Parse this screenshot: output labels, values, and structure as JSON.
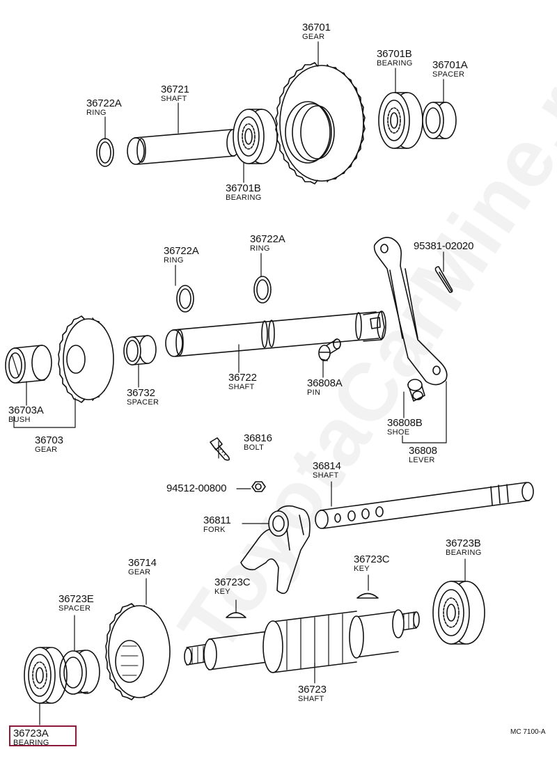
{
  "watermark": "ToyotaCarMine.ru",
  "diagram_code": "MC 7100-A",
  "labels": [
    {
      "number": "36701",
      "name": "GEAR"
    },
    {
      "number": "36701B",
      "name": "BEARING"
    },
    {
      "number": "36701A",
      "name": "SPACER"
    },
    {
      "number": "36722A",
      "name": "RING"
    },
    {
      "number": "36721",
      "name": "SHAFT"
    },
    {
      "number": "36701B",
      "name": "BEARING"
    },
    {
      "number": "36722A",
      "name": "RING"
    },
    {
      "number": "36722A",
      "name": "RING"
    },
    {
      "number": "95381-02020",
      "name": ""
    },
    {
      "number": "36703A",
      "name": "BUSH"
    },
    {
      "number": "36703",
      "name": "GEAR"
    },
    {
      "number": "36732",
      "name": "SPACER"
    },
    {
      "number": "36722",
      "name": "SHAFT"
    },
    {
      "number": "36808A",
      "name": "PIN"
    },
    {
      "number": "36808B",
      "name": "SHOE"
    },
    {
      "number": "36808",
      "name": "LEVER"
    },
    {
      "number": "36816",
      "name": "BOLT"
    },
    {
      "number": "94512-00800",
      "name": ""
    },
    {
      "number": "36814",
      "name": "SHAFT"
    },
    {
      "number": "36811",
      "name": "FORK"
    },
    {
      "number": "36714",
      "name": "GEAR"
    },
    {
      "number": "36723B",
      "name": "BEARING"
    },
    {
      "number": "36723C",
      "name": "KEY"
    },
    {
      "number": "36723C",
      "name": "KEY"
    },
    {
      "number": "36723E",
      "name": "SPACER"
    },
    {
      "number": "36723",
      "name": "SHAFT"
    },
    {
      "number": "36723A",
      "name": "BEARING"
    }
  ]
}
